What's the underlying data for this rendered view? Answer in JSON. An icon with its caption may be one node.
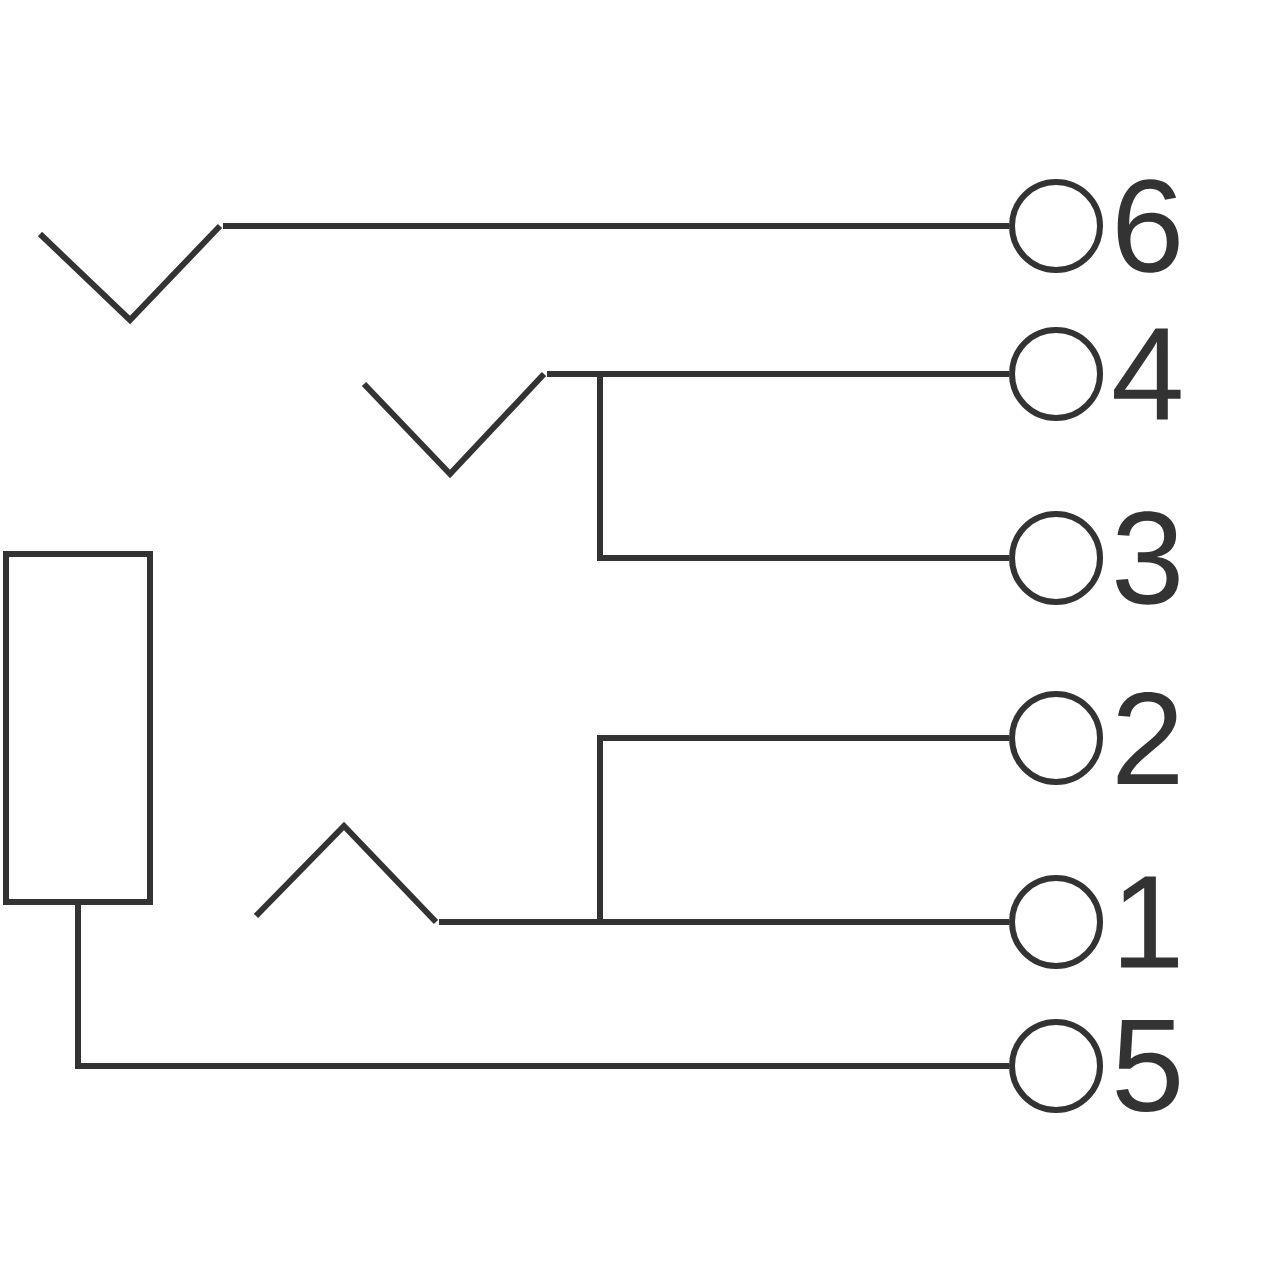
{
  "diagram": {
    "nodes": [
      {
        "text": [],
        "shape": "contact"
      },
      {
        "text": [],
        "shape": "contact"
      },
      {
        "text": [],
        "shape": "contact"
      },
      {
        "text": [],
        "shape": "box"
      },
      {
        "text": [],
        "shape": "circle",
        "beside": [
          "6"
        ]
      },
      {
        "text": [],
        "shape": "circle",
        "beside": [
          "4"
        ]
      },
      {
        "text": [],
        "shape": "circle",
        "beside": [
          "3"
        ]
      },
      {
        "text": [],
        "shape": "circle",
        "beside": [
          "2"
        ]
      },
      {
        "text": [],
        "shape": "circle",
        "beside": [
          "1"
        ]
      },
      {
        "text": [],
        "shape": "circle",
        "beside": [
          "5"
        ]
      }
    ],
    "edges": [
      {
        "from": 0,
        "to": 4,
        "arrow": "none"
      },
      {
        "from": 1,
        "to": 5,
        "arrow": "none"
      },
      {
        "from": 1,
        "to": 6,
        "arrow": "none"
      },
      {
        "from": 2,
        "to": 7,
        "arrow": "none"
      },
      {
        "from": 2,
        "to": 8,
        "arrow": "none"
      },
      {
        "from": 3,
        "to": 9,
        "arrow": "none"
      }
    ]
  }
}
